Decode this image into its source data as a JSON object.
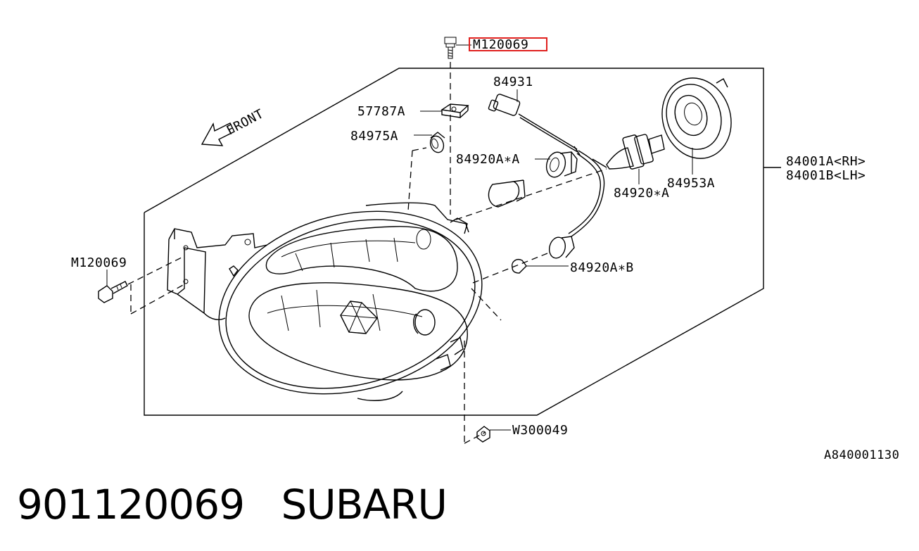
{
  "diagram": {
    "callouts": {
      "top_bolt": "M120069",
      "bracket_nut": "57787A",
      "socket_cap": "84975A",
      "harness": "84931",
      "bulb_socket_a": "84920A∗A",
      "housing_rh": "84001A<RH>",
      "housing_lh": "84001B<LH>",
      "cover": "84953A",
      "bulb_main": "84920∗A",
      "side_bolt": "M120069",
      "bulb_socket_b": "84920A∗B",
      "bottom_screw": "W300049"
    },
    "front_label": "FRONT",
    "figure_id": "A840001130",
    "highlight_color": "#e0201e"
  },
  "footer": {
    "part_number": "901120069",
    "brand": "SUBARU"
  }
}
